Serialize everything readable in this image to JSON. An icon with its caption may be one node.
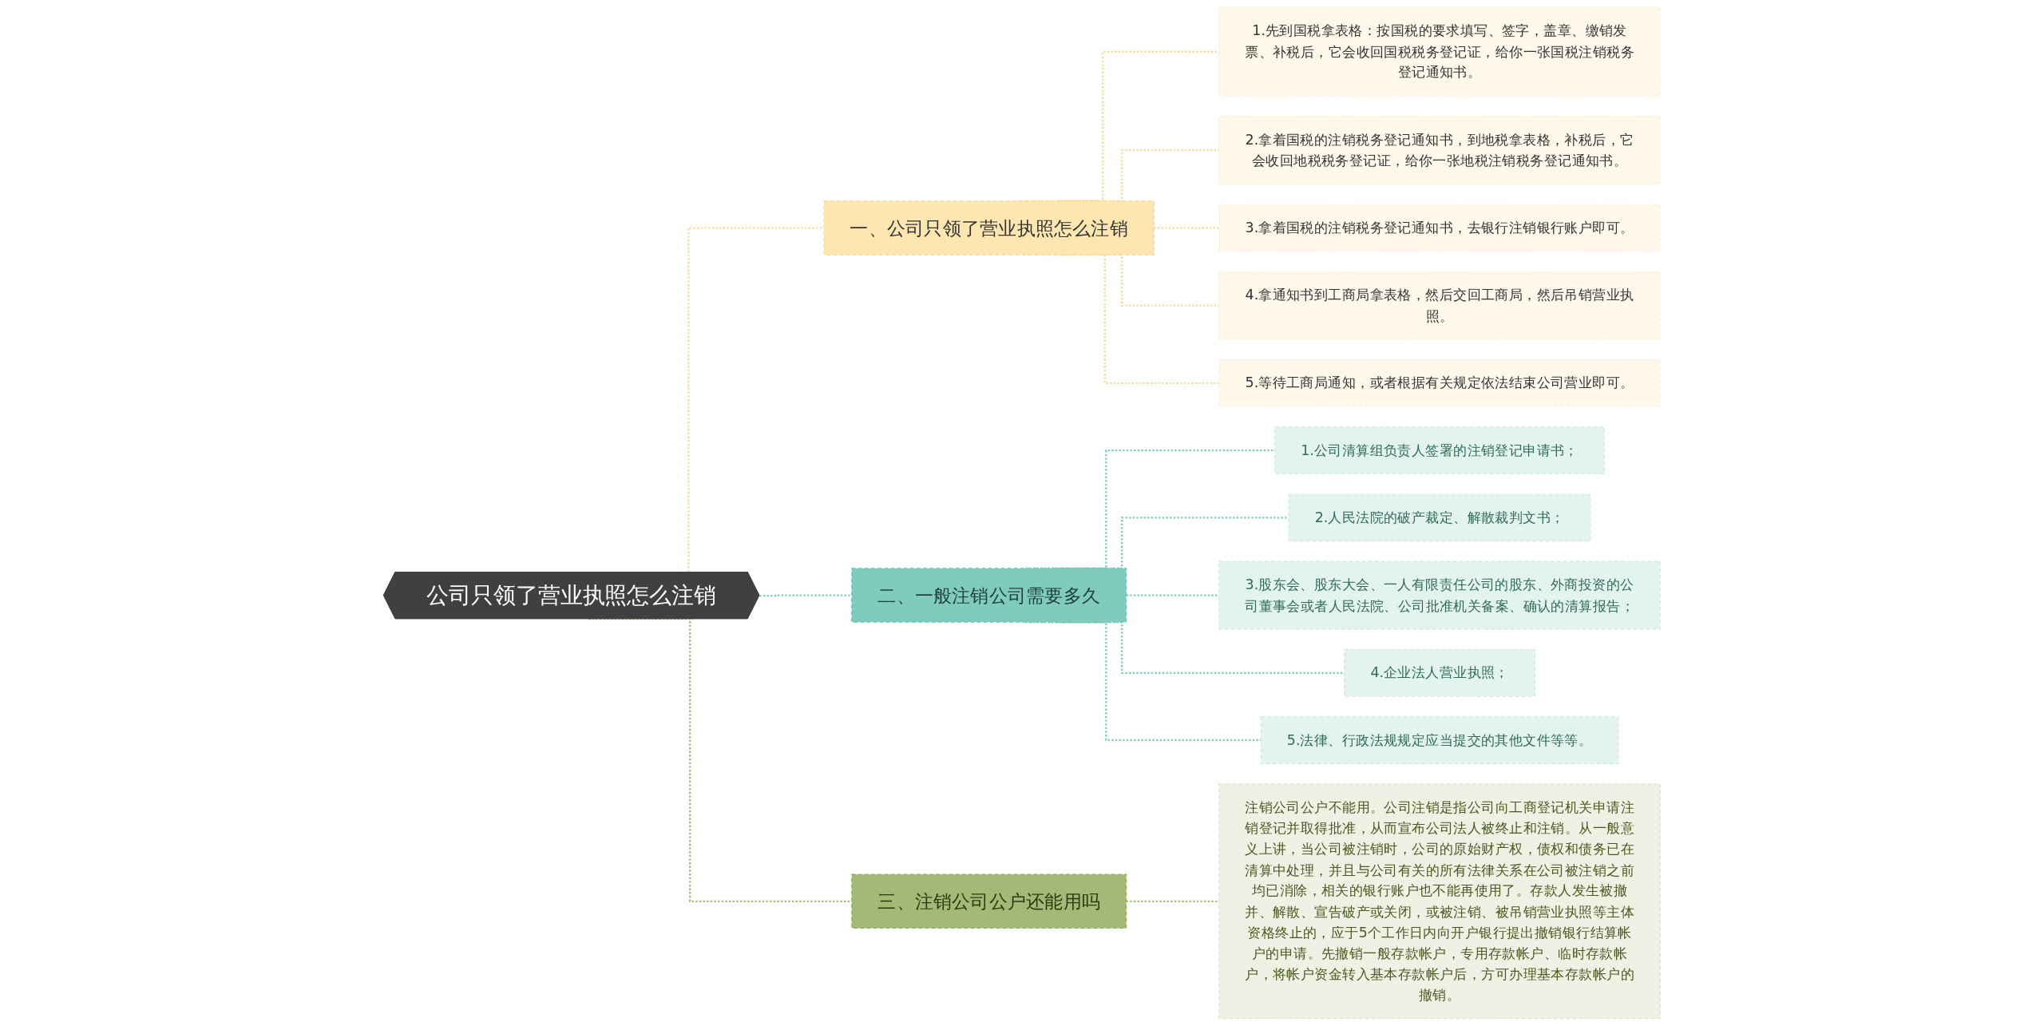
{
  "diagram": {
    "nodes": [
      {
        "text": [
          "公司只领了营业执照怎么注销"
        ]
      },
      {
        "text": [
          "一、公司只领了营业执照怎么注销"
        ]
      },
      {
        "text": [
          "1.先到国税拿表格：按国税的要求填写、签字，盖章、缴销发票、补税后，它会收回国税税务登记证，给你一张国税注销税务登记通知书。"
        ]
      },
      {
        "text": [
          "2.拿着国税的注销税务登记通知书，到地税拿表格，补税后，它会收回地税税务登记证，给你一张地税注销税务登记通知书。"
        ]
      },
      {
        "text": [
          "3.拿着国税的注销税务登记通知书，去银行注销银行账户即可。"
        ]
      },
      {
        "text": [
          "4.拿通知书到工商局拿表格，然后交回工商局，然后吊销营业执照。"
        ]
      },
      {
        "text": [
          "5.等待工商局通知，或者根据有关规定依法结束公司营业即可。"
        ]
      },
      {
        "text": [
          "二、一般注销公司需要多久"
        ]
      },
      {
        "text": [
          "1.公司清算组负责人签署的注销登记申请书；"
        ]
      },
      {
        "text": [
          "2.人民法院的破产裁定、解散裁判文书；"
        ]
      },
      {
        "text": [
          "3.股东会、股东大会、一人有限责任公司的股东、外商投资的公司董事会或者人民法院、公司批准机关备案、确认的清算报告；"
        ]
      },
      {
        "text": [
          "4.企业法人营业执照；"
        ]
      },
      {
        "text": [
          "5.法律、行政法规规定应当提交的其他文件等等。"
        ]
      },
      {
        "text": [
          "三、注销公司公户还能用吗"
        ]
      },
      {
        "text": [
          "注销公司公户不能用。公司注销是指公司向工商登记机关申请注销登记并取得批准，从而宣布公司法人被终止和注销。从一般意义上讲，当公司被注销时，公司的原始财产权，债权和债务已在清算中处理，并且与公司有关的所有法律关系在公司被注销之前均已消除，相关的银行账户也不能再使用了。存款人发生被撤并、解散、宣告破产或关闭，或被注销、被吊销营业执照等主体资格终止的，应于5个工作日内向开户银行提出撤销银行结算帐户的申请。先撤销一般存款帐户，专用存款帐户、临时存款帐户，将帐户资金转入基本存款帐户后，方可办理基本存款帐户的撤销。"
        ]
      }
    ],
    "edges": [
      {
        "from": 0,
        "to": 1,
        "arrow": "none",
        "style": "dashed",
        "color": "#f3dd9c"
      },
      {
        "from": 1,
        "to": 2,
        "arrow": "none",
        "style": "dashed",
        "color": "#f3dd9c"
      },
      {
        "from": 1,
        "to": 3,
        "arrow": "none",
        "style": "dashed",
        "color": "#f3dd9c"
      },
      {
        "from": 1,
        "to": 4,
        "arrow": "none",
        "style": "dashed",
        "color": "#f3dd9c"
      },
      {
        "from": 1,
        "to": 5,
        "arrow": "none",
        "style": "dashed",
        "color": "#f3dd9c"
      },
      {
        "from": 1,
        "to": 6,
        "arrow": "none",
        "style": "dashed",
        "color": "#f3dd9c"
      },
      {
        "from": 0,
        "to": 7,
        "arrow": "none",
        "style": "dashed",
        "color": "#7fcbbd"
      },
      {
        "from": 7,
        "to": 8,
        "arrow": "none",
        "style": "dashed",
        "color": "#7fcbbd"
      },
      {
        "from": 7,
        "to": 9,
        "arrow": "none",
        "style": "dashed",
        "color": "#7fcbbd"
      },
      {
        "from": 7,
        "to": 10,
        "arrow": "none",
        "style": "dashed",
        "color": "#7fcbbd"
      },
      {
        "from": 7,
        "to": 11,
        "arrow": "none",
        "style": "dashed",
        "color": "#7fcbbd"
      },
      {
        "from": 7,
        "to": 12,
        "arrow": "none",
        "style": "dashed",
        "color": "#7fcbbd"
      },
      {
        "from": 0,
        "to": 13,
        "arrow": "none",
        "style": "dashed",
        "color": "#a4b976"
      },
      {
        "from": 13,
        "to": 14,
        "arrow": "none",
        "style": "dashed",
        "color": "#a4b976"
      }
    ]
  }
}
